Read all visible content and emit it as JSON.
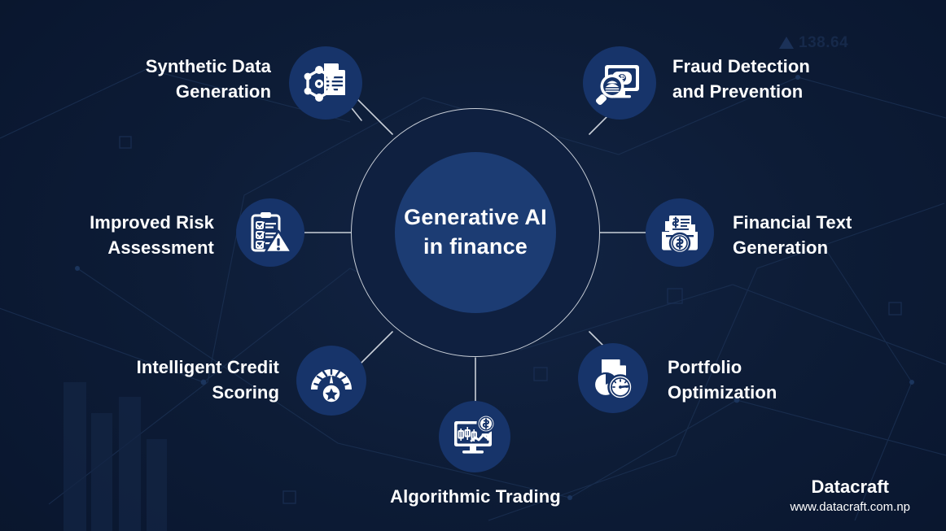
{
  "hub": {
    "line1": "Generative AI",
    "line2": "in finance",
    "text": "Generative AI\nin finance"
  },
  "colors": {
    "background": "#0b1930",
    "hub_core": "#1c3c73",
    "hub_ring_stroke": "#c9cfd8",
    "node_circle": "#17346a",
    "icon": "#ffffff",
    "label_text": "#ffffff",
    "connector": "#c9cfd8",
    "watermark": "#16294a"
  },
  "watermark": {
    "value": "138.64"
  },
  "nodes": [
    {
      "id": "synthetic-data-generation",
      "label": "Synthetic Data\nGeneration",
      "icon": "document-network-icon",
      "label_align": "right"
    },
    {
      "id": "fraud-detection-and-prevention",
      "label": "Fraud Detection\nand Prevention",
      "icon": "magnifier-money-monitor-icon",
      "label_align": "left"
    },
    {
      "id": "improved-risk-assessment",
      "label": "Improved Risk\nAssessment",
      "icon": "clipboard-warning-icon",
      "label_align": "right"
    },
    {
      "id": "financial-text-generation",
      "label": "Financial Text\nGeneration",
      "icon": "folder-documents-dollar-icon",
      "label_align": "left"
    },
    {
      "id": "intelligent-credit-scoring",
      "label": "Intelligent Credit\nScoring",
      "icon": "gauge-star-icon",
      "label_align": "right"
    },
    {
      "id": "portfolio-optimization",
      "label": "Portfolio\nOptimization",
      "icon": "document-piechart-clock-icon",
      "label_align": "left"
    },
    {
      "id": "algorithmic-trading",
      "label": "Algorithmic Trading",
      "icon": "monitor-candlestick-dollar-icon",
      "label_align": "center"
    }
  ],
  "brand": {
    "name": "Datacraft",
    "url": "www.datacraft.com.np"
  }
}
